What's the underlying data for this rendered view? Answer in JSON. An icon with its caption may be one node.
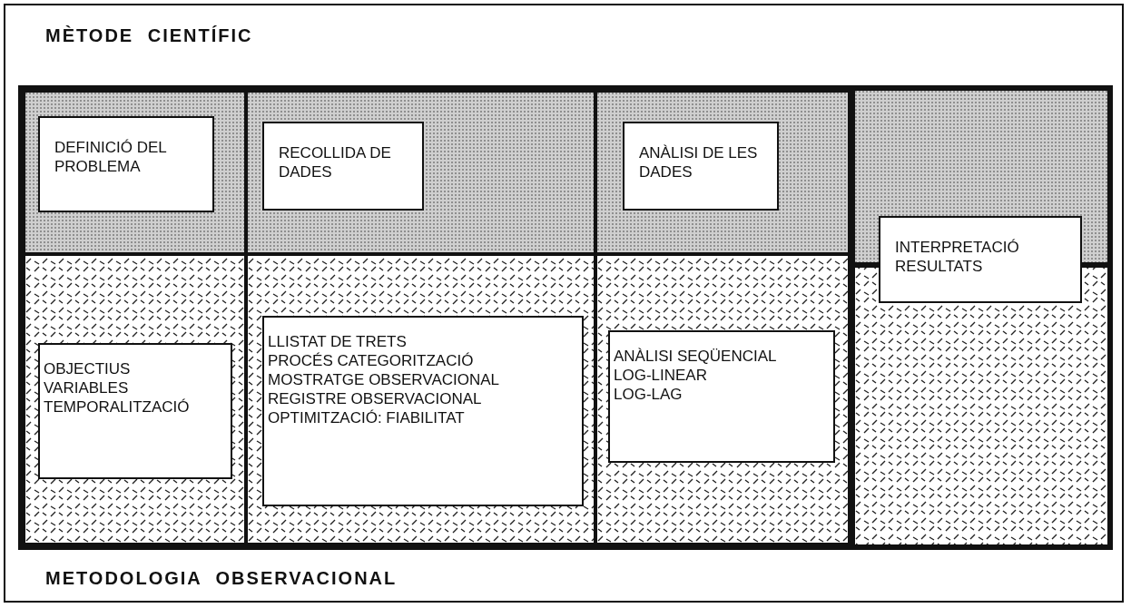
{
  "diagram": {
    "title": "MÈTODE CIENTÍFIC",
    "caption": "METODOLOGIA OBSERVACIONAL",
    "nodes": [
      {
        "text": [],
        "shape": "box"
      },
      {
        "text": [],
        "shape": "box"
      },
      {
        "text": [],
        "shape": "box"
      },
      {
        "text": [],
        "shape": "box"
      },
      {
        "text": [],
        "shape": "box"
      },
      {
        "text": [],
        "shape": "box"
      },
      {
        "text": [],
        "shape": "box"
      },
      {
        "text": [
          "DEFINICIÓ DEL PROBLEMA"
        ],
        "in": 0
      },
      {
        "text": [
          "RECOLLIDA DE DADES"
        ],
        "in": 1
      },
      {
        "text": [
          "ANÀLISI DE LES DADES"
        ],
        "in": 2
      },
      {
        "text": [
          "INTERPRETACIÓ RESULTATS"
        ],
        "in": 6
      },
      {
        "text": [
          "OBJECTIUS",
          "VARIABLES",
          "TEMPORALITZACIÓ"
        ],
        "in": 3
      },
      {
        "text": [
          "LLISTAT DE TRETS",
          "PROCÉS CATEGORITZACIÓ",
          "MOSTRATGE OBSERVACIONAL",
          "REGISTRE OBSERVACIONAL",
          "OPTIMITZACIÓ: FIABILITAT"
        ],
        "in": 4
      },
      {
        "text": [
          "ANÀLISI SEQÜENCIAL",
          "LOG-LINEAR",
          "LOG-LAG"
        ],
        "in": 5
      }
    ],
    "edges": []
  }
}
